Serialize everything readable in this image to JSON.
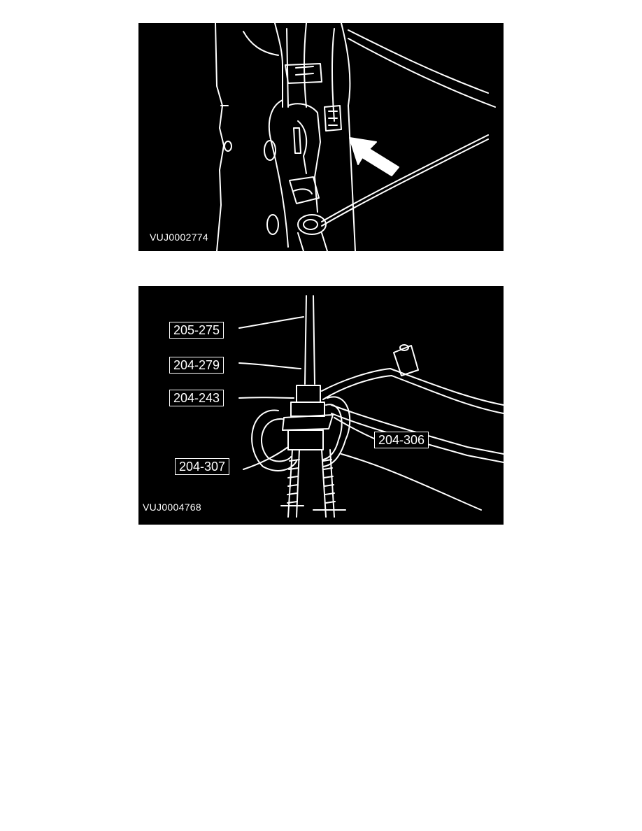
{
  "figures": [
    {
      "id_label": "VUJ0002774"
    },
    {
      "id_label": "VUJ0004768",
      "callouts": [
        "205-275",
        "204-279",
        "204-243",
        "204-306",
        "204-307"
      ]
    }
  ]
}
